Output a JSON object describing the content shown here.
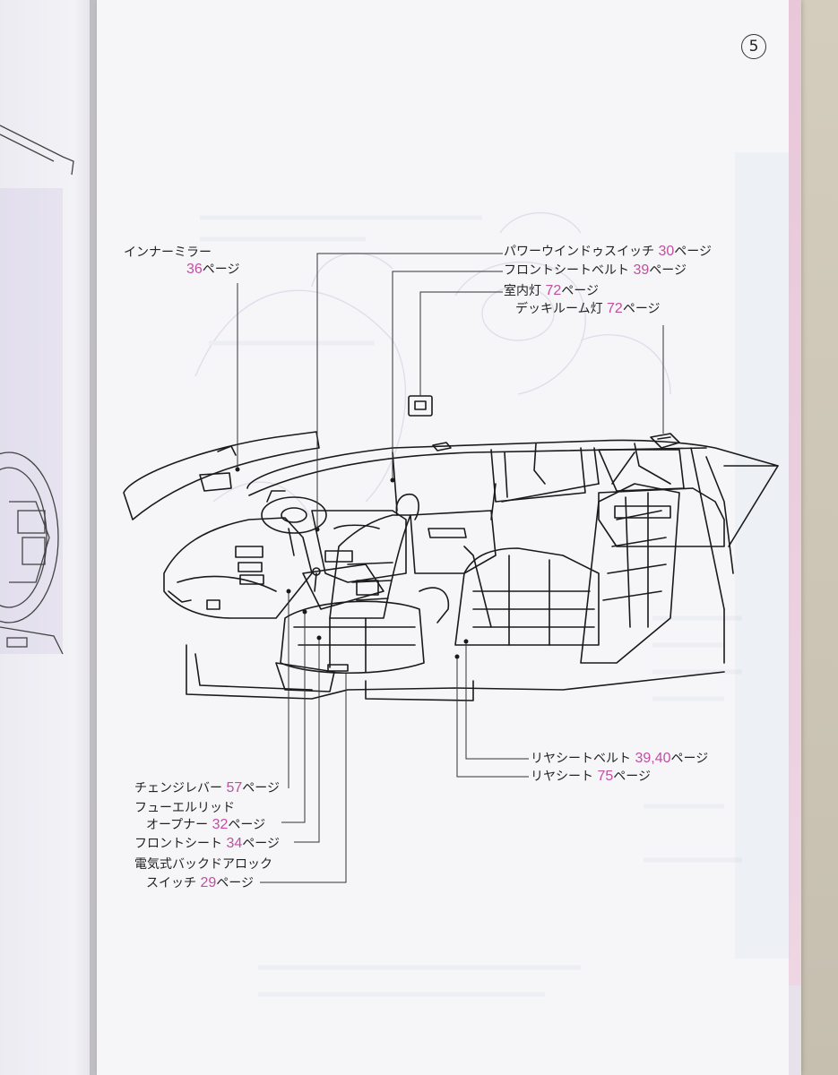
{
  "page_number": "5",
  "labels": {
    "inner_mirror": {
      "name": "インナーミラー",
      "page": "36",
      "suffix": "ページ"
    },
    "power_window": {
      "name": "パワーウインドゥスイッチ ",
      "page": "30",
      "suffix": "ページ"
    },
    "front_seatbelt": {
      "name": "フロントシートベルト ",
      "page": "39",
      "suffix": "ページ"
    },
    "room_light": {
      "name": "室内灯 ",
      "page": "72",
      "suffix": "ページ"
    },
    "deck_light": {
      "name": "デッキルーム灯 ",
      "page": "72",
      "suffix": "ページ"
    },
    "rear_seatbelt": {
      "name": "リヤシートベルト ",
      "page": "39,40",
      "suffix": "ページ"
    },
    "rear_seat": {
      "name": "リヤシート ",
      "page": "75",
      "suffix": "ページ"
    },
    "change_lever": {
      "name": "チェンジレバー ",
      "page": "57",
      "suffix": "ページ"
    },
    "fuel_lid_1": {
      "name": "フューエルリッド"
    },
    "fuel_lid_2": {
      "name": "オープナー ",
      "page": "32",
      "suffix": "ページ"
    },
    "front_seat": {
      "name": "フロントシート ",
      "page": "34",
      "suffix": "ページ"
    },
    "back_door_1": {
      "name": "電気式バックドアロック"
    },
    "back_door_2": {
      "name": "スイッチ ",
      "page": "29",
      "suffix": "ページ"
    }
  },
  "colors": {
    "page_ref": "#c04fa0",
    "text": "#222222",
    "line": "#1a1a1a"
  }
}
